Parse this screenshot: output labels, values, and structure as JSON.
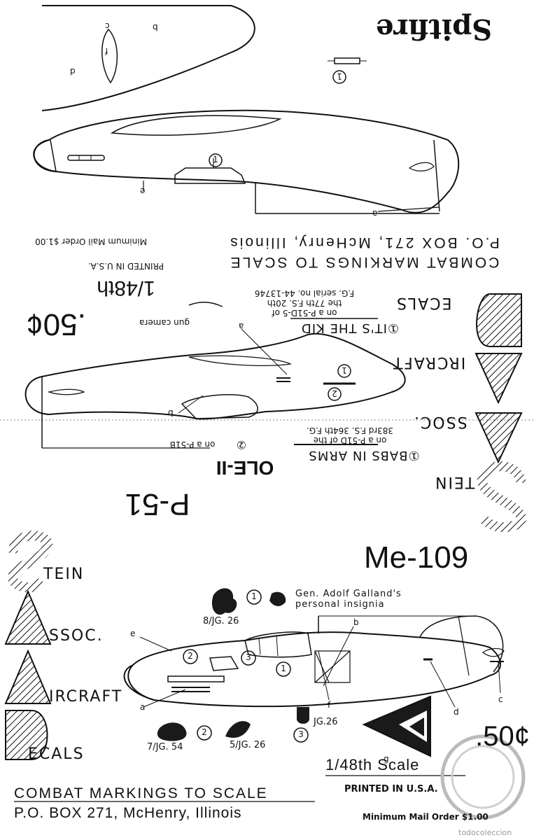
{
  "top_sheet": {
    "aircraft_name": "Spitfire",
    "company_line1": "COMBAT MARKINGS TO SCALE",
    "company_line2": "P.O. BOX 271, McHenry, Illinois",
    "minimum_order": "Minimum Mail Order $1.00",
    "printed": "PRINTED IN U.S.A.",
    "scale": "1/48th",
    "price": ".50¢",
    "gun_camera": "gun camera",
    "decal_ref": "①",
    "brand": {
      "s": "TEIN",
      "a1": "SSOC.",
      "a2": "IRCRAFT",
      "d": "ECALS"
    },
    "p51_title": "P-51",
    "kid_title": "①IT'S THE KID",
    "kid_desc1": "on a P-51D-5 of",
    "kid_desc2": "the 77th F.S. 20th",
    "kid_desc3": "F.G. serial no. 44-13746",
    "babs_title": "①BABS IN ARMS",
    "babs_desc1": "on a P-51D of the",
    "babs_desc2": "383rd F.S. 364th F.G.",
    "ole_title": "OLE-II",
    "ole_ref": "②",
    "ole_desc": "on a P-51B",
    "letters": {
      "a": "a",
      "b": "b",
      "c": "c",
      "d": "d",
      "e": "e",
      "f": "f"
    },
    "callouts": {
      "one": "1",
      "two": "2"
    }
  },
  "bottom_sheet": {
    "aircraft_name": "Me-109",
    "brand": {
      "s": "TEIN",
      "a1": "SSOC.",
      "a2": "IRCRAFT",
      "d": "ECALS"
    },
    "galland_1": "Gen. Adolf Galland's",
    "galland_2": "personal insignia",
    "jg26_8": "8/JG. 26",
    "jg26": "JG.26",
    "jg54_7": "7/JG. 54",
    "jg26_5": "5/JG. 26",
    "callouts": {
      "one": "1",
      "two": "2",
      "three": "3"
    },
    "letters": {
      "a": "a",
      "b": "b",
      "c": "c",
      "d": "d",
      "e": "e",
      "f": "f",
      "g": "g"
    },
    "price": ".50¢",
    "scale": "1/48th Scale",
    "printed": "PRINTED IN U.S.A.",
    "company_line1": "COMBAT MARKINGS TO SCALE",
    "company_line2": "P.O. BOX 271, McHenry, Illinois",
    "minimum_order": "Minimum Mail Order $1.00",
    "watermark": "todocoleccion"
  },
  "colors": {
    "ink": "#111111",
    "paper": "#ffffff"
  }
}
